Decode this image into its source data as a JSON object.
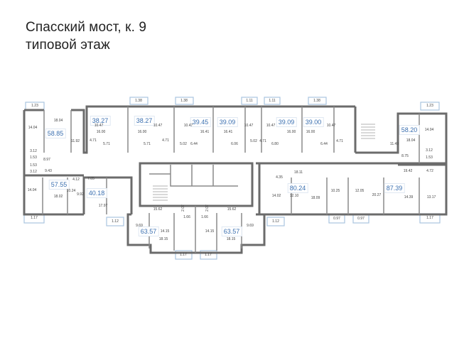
{
  "header": {
    "title": "Спасский мост, к. 9",
    "subtitle": "типовой этаж"
  },
  "apartments": [
    "58.85",
    "38.27",
    "38.27",
    "39.45",
    "39.09",
    "39.09",
    "39.00",
    "58.20",
    "57.55",
    "40.18",
    "63.57",
    "63.57",
    "80.24",
    "87.39"
  ],
  "balconies": [
    "1.23",
    "1.38",
    "1.38",
    "1.11",
    "1.11",
    "1.38",
    "1.23",
    "1.17",
    "1.12",
    "1.12",
    "0.97",
    "0.97",
    "1.17",
    "1.17",
    "1.17"
  ],
  "rooms": [
    "14.04",
    "18.04",
    "11.92",
    "3.12",
    "1.53",
    "8.97",
    "1.53",
    "3.12",
    "9.43",
    "10.47",
    "16.00",
    "4.71",
    "5.71",
    "16.00",
    "10.47",
    "4.71",
    "5.71",
    "10.47",
    "16.41",
    "5.02",
    "6.44",
    "16.41",
    "10.47",
    "6.06",
    "5.02",
    "10.47",
    "16.00",
    "4.71",
    "6.80",
    "16.00",
    "10.47",
    "6.44",
    "4.71",
    "14.04",
    "18.04",
    "11.49",
    "3.12",
    "1.53",
    "8.75",
    "19.42",
    "4.72",
    "4.12",
    "7.05",
    "14.04",
    "18.02",
    "10.24",
    "9.92",
    "17.97",
    "15.62",
    "15.62",
    "2.07",
    "2.07",
    "1.66",
    "1.66",
    "4.35",
    "18.11",
    "14.02",
    "12.10",
    "18.09",
    "10.25",
    "12.05",
    "20.27",
    "14.39",
    "13.17",
    "9.69",
    "14.15",
    "18.15",
    "14.15",
    "9.69",
    "18.15"
  ]
}
